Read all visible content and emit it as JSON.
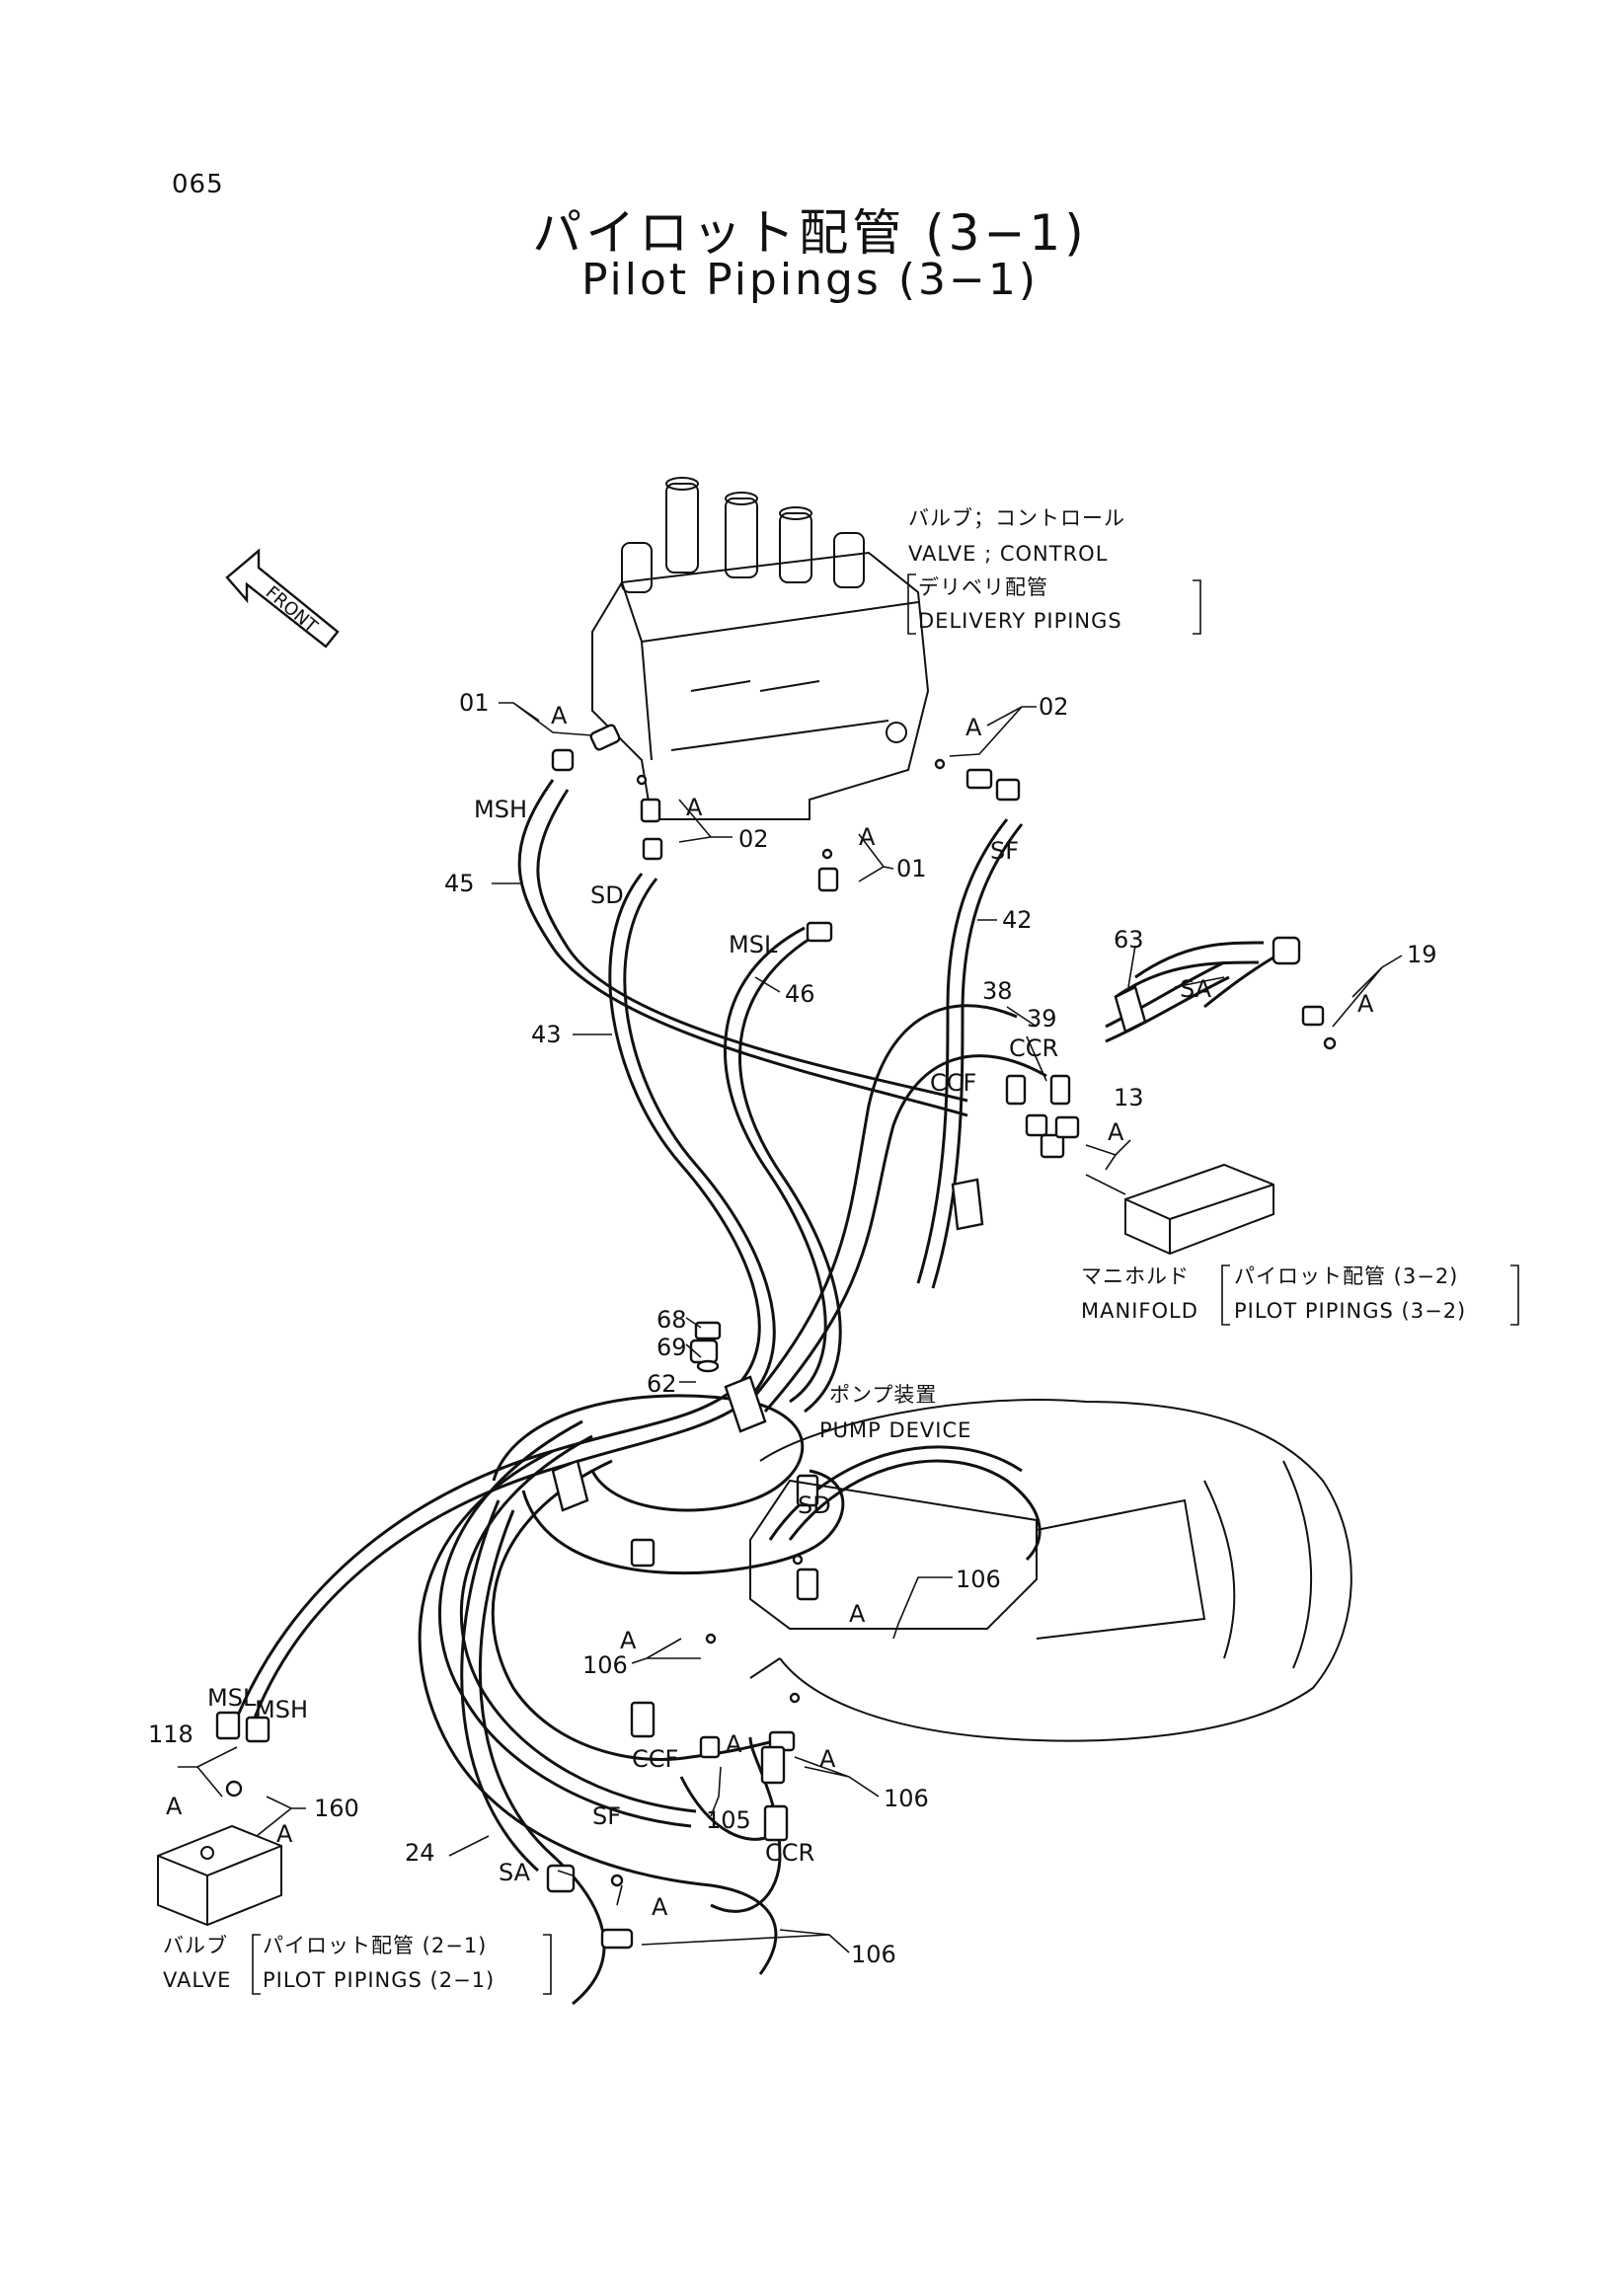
{
  "page_number": "065",
  "title_jp": "パイロット配管 (3−1)",
  "title_en": "Pilot Pipings (3−1)",
  "front_arrow_label": "FRONT",
  "captions": {
    "control_valve": {
      "line1": "バルブ；コントロール",
      "line2": "VALVE ; CONTROL",
      "ref_jp": "デリベリ配管",
      "ref_en": "DELIVERY PIPINGS"
    },
    "manifold": {
      "name_jp": "マニホルド",
      "name_en": "MANIFOLD",
      "ref_jp": "パイロット配管 (3−2)",
      "ref_en": "PILOT PIPINGS (3−2)"
    },
    "pump_device": {
      "line1": "ポンプ装置",
      "line2": "PUMP DEVICE"
    },
    "valve": {
      "name_jp": "バルブ",
      "name_en": "VALVE",
      "ref_jp": "パイロット配管 (2−1)",
      "ref_en": "PILOT PIPINGS (2−1)"
    }
  },
  "parts": {
    "p01": "01",
    "p02": "02",
    "p13": "13",
    "p19": "19",
    "p24": "24",
    "p38": "38",
    "p39": "39",
    "p42": "42",
    "p43": "43",
    "p45": "45",
    "p46": "46",
    "p62": "62",
    "p63": "63",
    "p68": "68",
    "p69": "69",
    "p105": "105",
    "p106": "106",
    "p118": "118",
    "p160": "160"
  },
  "codes": {
    "A": "A",
    "MSH": "MSH",
    "MSL": "MSL",
    "SD": "SD",
    "SF": "SF",
    "SA": "SA",
    "CCF": "CCF",
    "CCR": "CCR"
  },
  "colors": {
    "ink": "#111111",
    "paper": "#ffffff"
  }
}
